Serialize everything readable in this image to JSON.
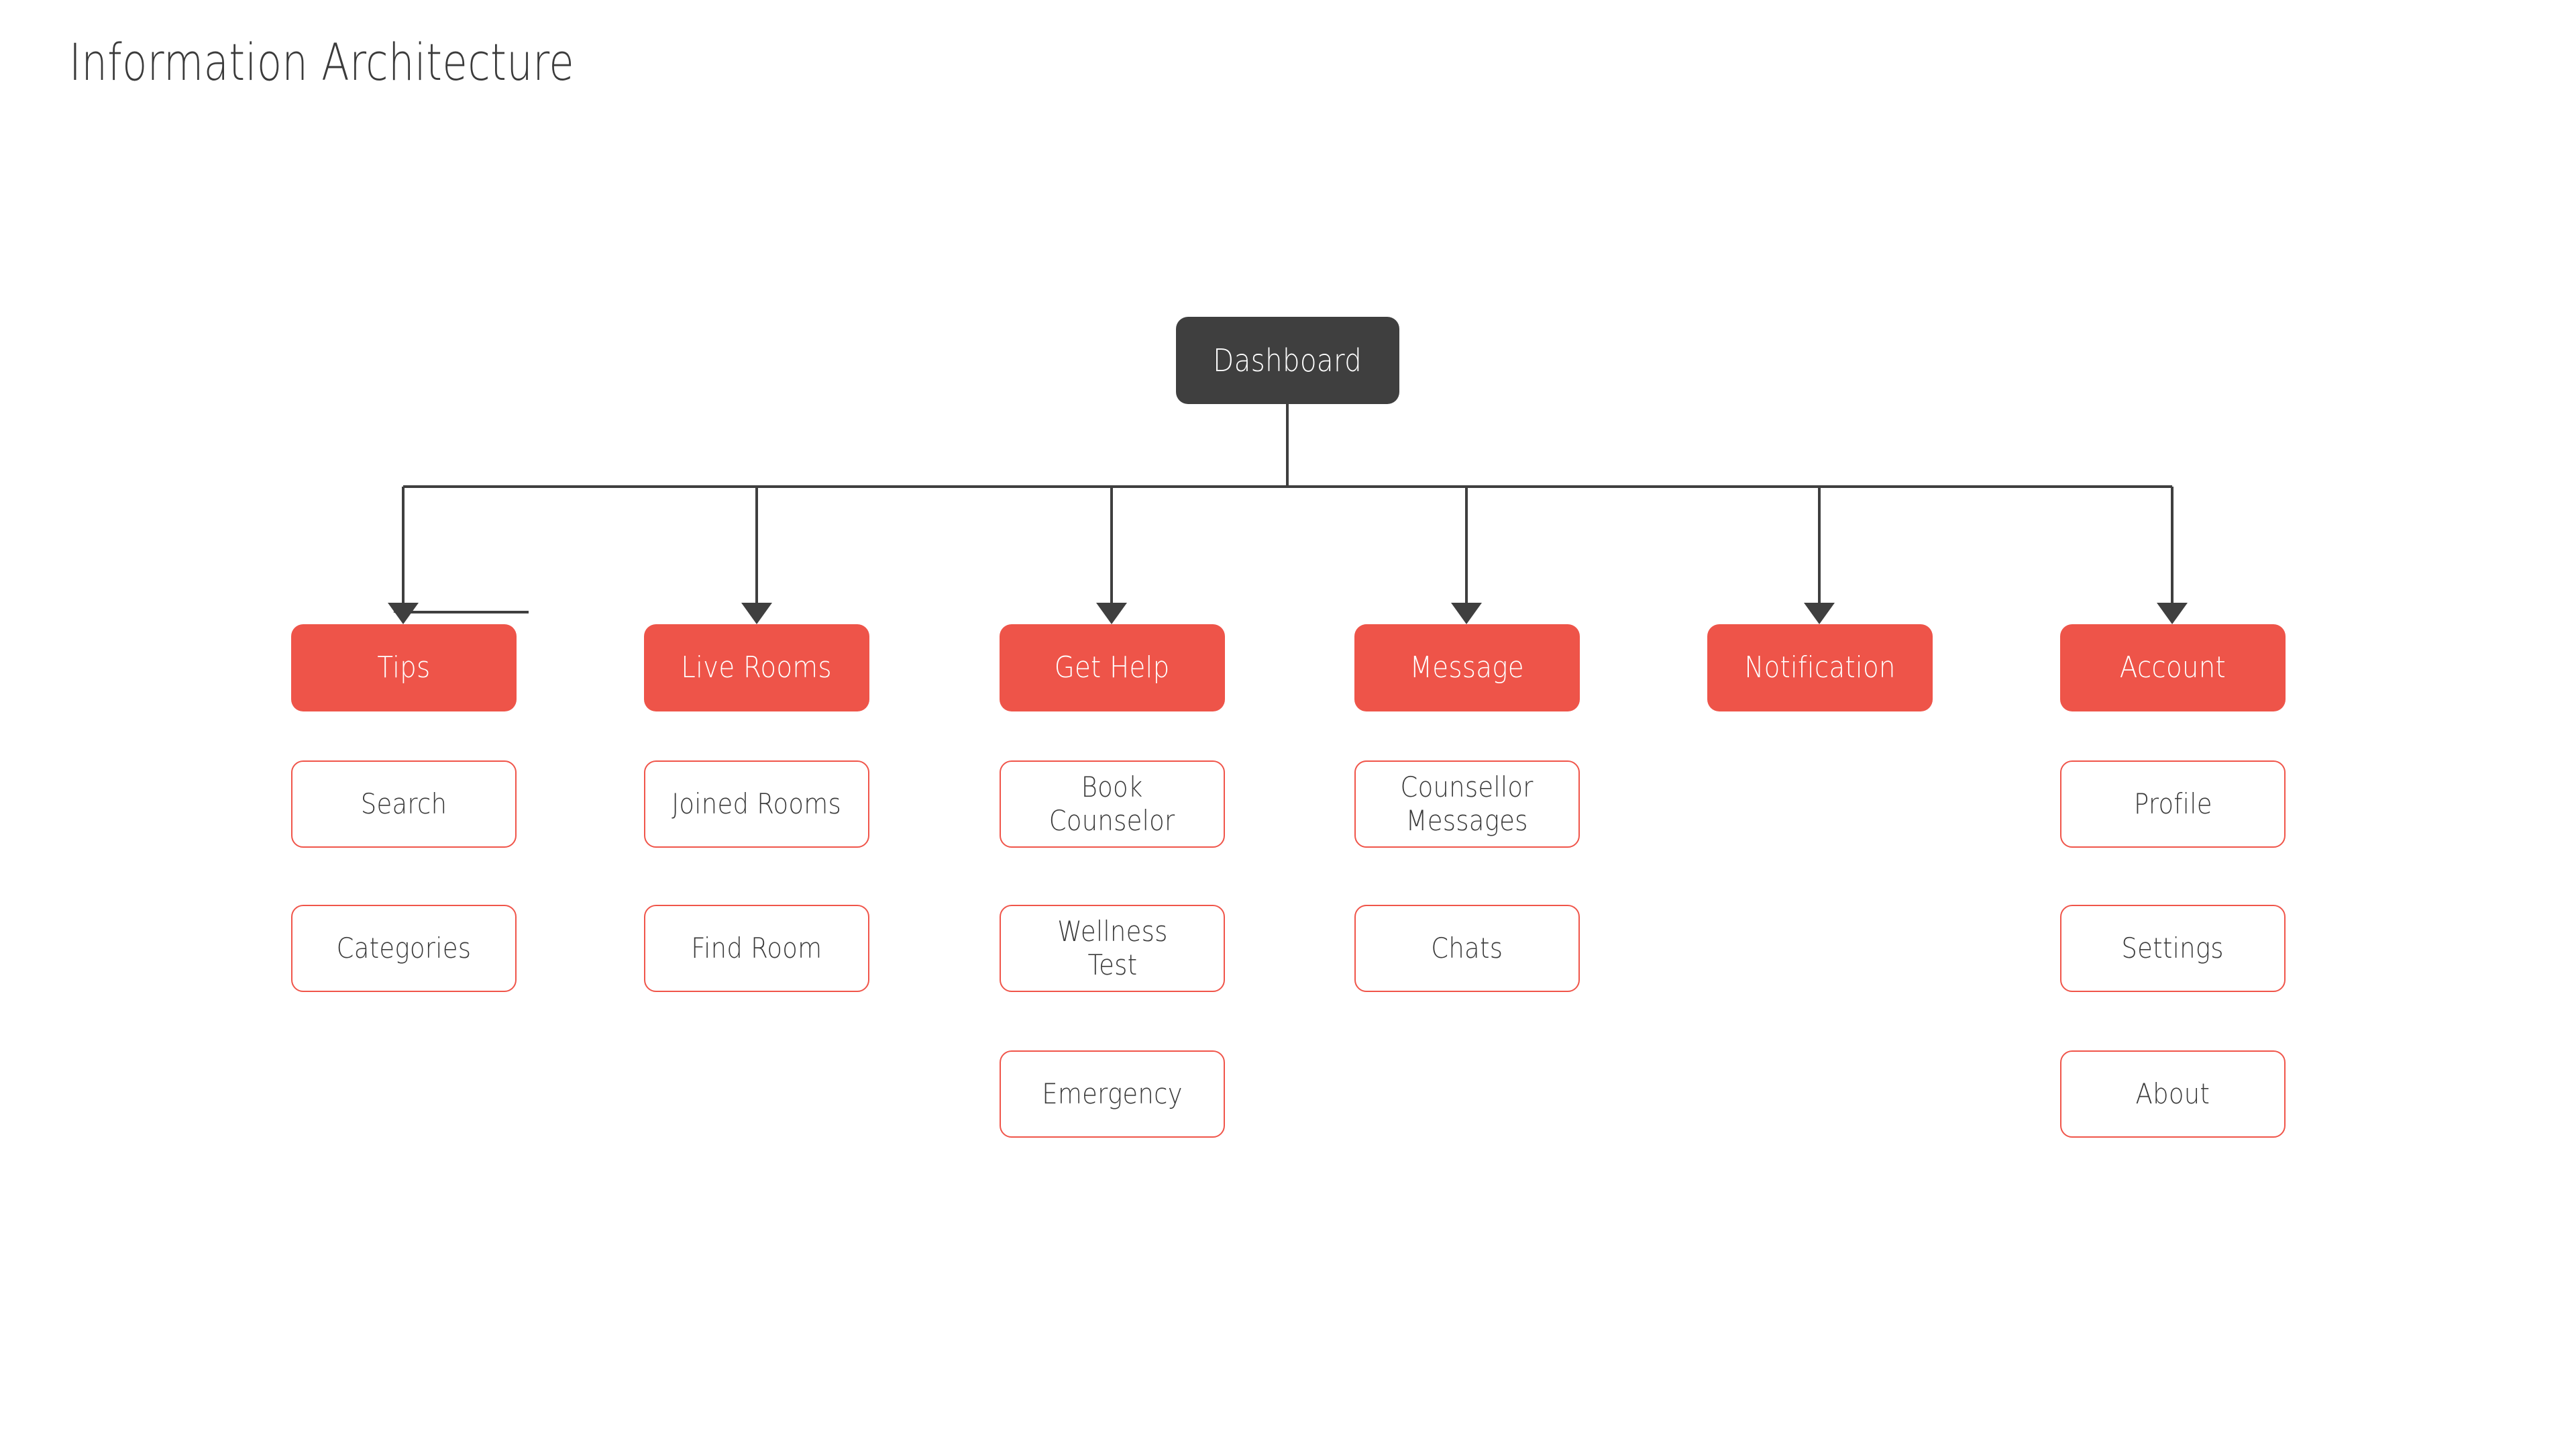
{
  "page": {
    "title": "Information Architecture",
    "background_color": "#ffffff"
  },
  "theme": {
    "accent_color": "#ee5449",
    "accent_border_color": "#f0554a",
    "root_color": "#3f3f3f",
    "text_dark": "#3b3b3b",
    "text_light": "#ffffff",
    "connector_color": "#3f3f3f"
  },
  "chart_data": {
    "type": "diagram",
    "diagram_type": "tree",
    "title": "Information Architecture",
    "orientation": "top-down",
    "root": {
      "label": "Dashboard"
    },
    "columns": [
      {
        "label": "Tips",
        "children": [
          {
            "label": "Search"
          },
          {
            "label": "Categories"
          }
        ]
      },
      {
        "label": "Live Rooms",
        "children": [
          {
            "label": "Joined Rooms"
          },
          {
            "label": "Find Room"
          }
        ]
      },
      {
        "label": "Get Help",
        "children": [
          {
            "label": "Book\nCounselor"
          },
          {
            "label": "Wellness\nTest"
          },
          {
            "label": "Emergency"
          }
        ]
      },
      {
        "label": "Message",
        "children": [
          {
            "label": "Counsellor\nMessages"
          },
          {
            "label": "Chats"
          }
        ]
      },
      {
        "label": "Notification",
        "children": []
      },
      {
        "label": "Account",
        "children": [
          {
            "label": "Profile"
          },
          {
            "label": "Settings"
          },
          {
            "label": "About"
          }
        ]
      }
    ]
  },
  "tree": {
    "root": {
      "label": "Dashboard"
    },
    "sections": [
      {
        "label": "Tips"
      },
      {
        "label": "Live Rooms"
      },
      {
        "label": "Get Help"
      },
      {
        "label": "Message"
      },
      {
        "label": "Notification"
      },
      {
        "label": "Account"
      }
    ],
    "leaves": {
      "tips": [
        {
          "label": "Search"
        },
        {
          "label": "Categories"
        }
      ],
      "live_rooms": [
        {
          "label": "Joined Rooms"
        },
        {
          "label": "Find Room"
        }
      ],
      "get_help": [
        {
          "label": "Book\nCounselor"
        },
        {
          "label": "Wellness\nTest"
        },
        {
          "label": "Emergency"
        }
      ],
      "message": [
        {
          "label": "Counsellor\nMessages"
        },
        {
          "label": "Chats"
        }
      ],
      "notification": [],
      "account": [
        {
          "label": "Profile"
        },
        {
          "label": "Settings"
        },
        {
          "label": "About"
        }
      ]
    }
  }
}
